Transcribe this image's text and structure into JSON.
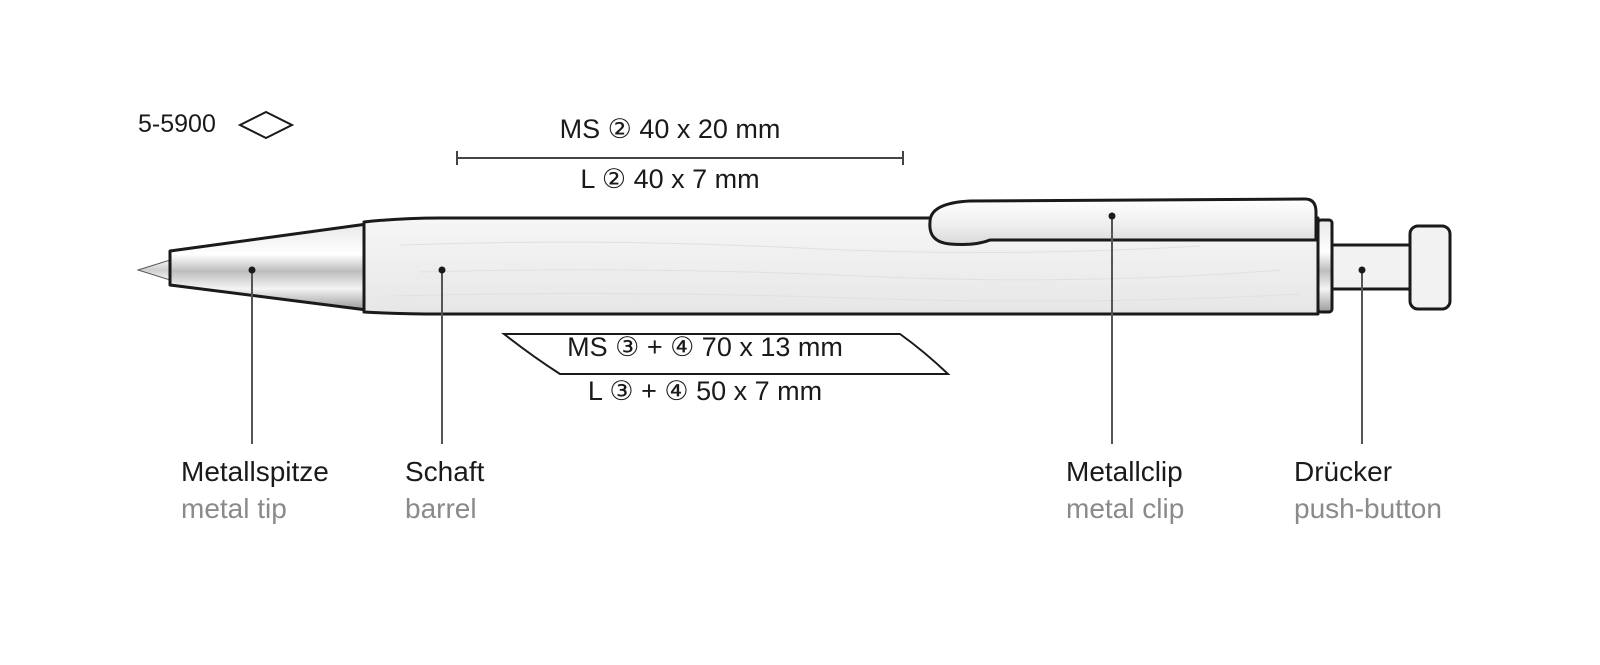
{
  "product_code": "5-5900",
  "print_area_top": {
    "line1": "MS ② 40 x 20 mm",
    "line2": "L ② 40 x 7 mm"
  },
  "print_area_bottom": {
    "line1": "MS ③ + ④ 70 x 13 mm",
    "line2": "L ③ + ④ 50 x 7 mm"
  },
  "parts": [
    {
      "de": "Metallspitze",
      "en": "metal tip"
    },
    {
      "de": "Schaft",
      "en": "barrel"
    },
    {
      "de": "Metallclip",
      "en": "metal clip"
    },
    {
      "de": "Drücker",
      "en": "push-button"
    }
  ],
  "colors": {
    "outline": "#1a1a1a",
    "label_secondary": "#8a8a8a",
    "pen_fill": "#f2f2f2"
  }
}
